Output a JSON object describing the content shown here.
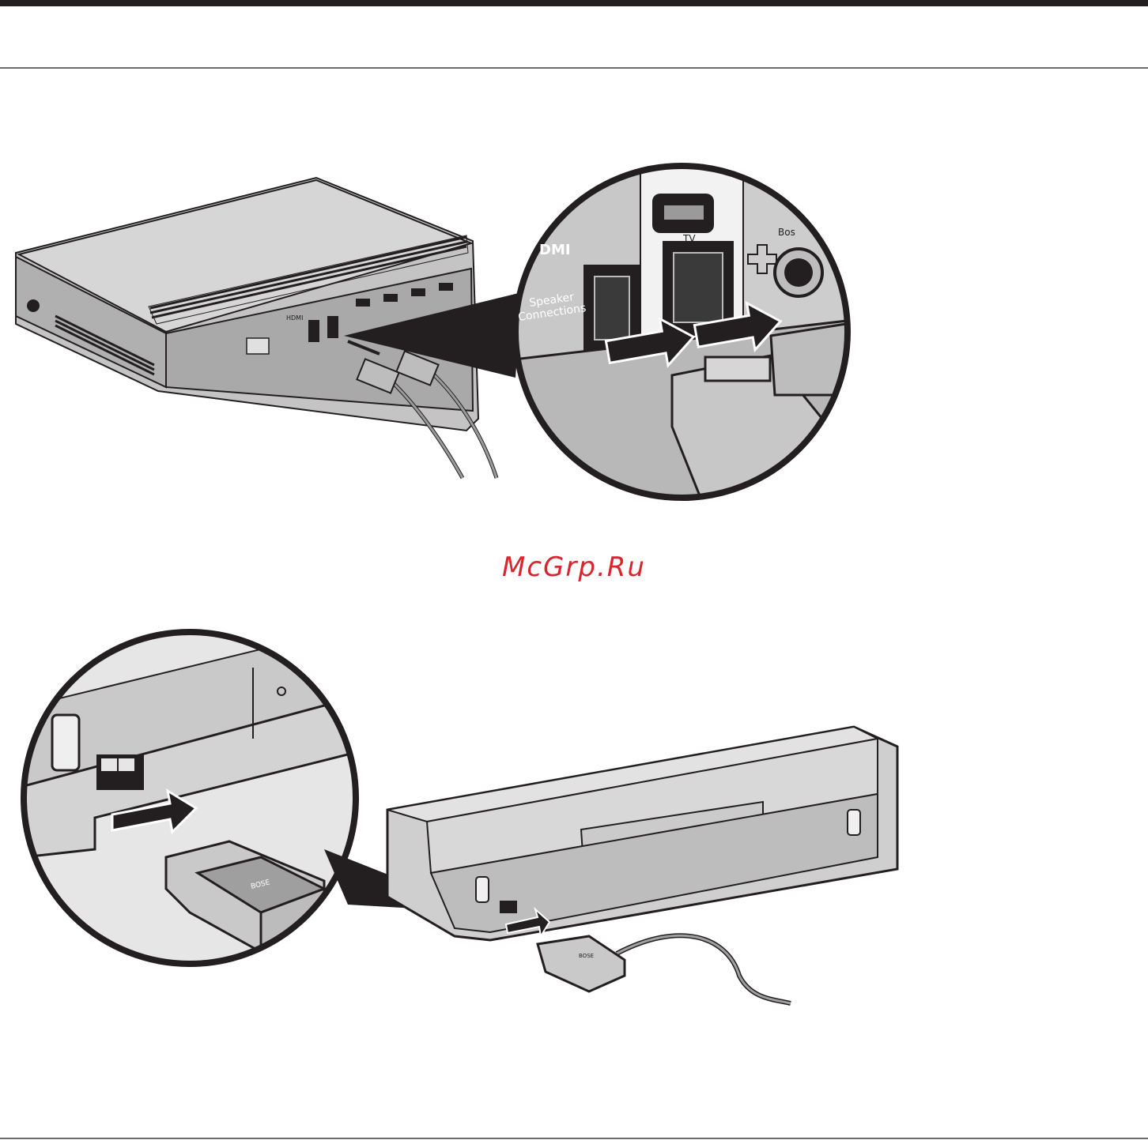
{
  "watermark": "McGrp.Ru",
  "figure1": {
    "callout_text_line1": "Speaker",
    "callout_text_line2": "Connections",
    "port_label_tv": "TV",
    "port_label_hdmi": "DMI",
    "port_label_bose": "Bos",
    "console_label_hdmi": "HDMI"
  },
  "figure2": {
    "connector_brand": "BOSE"
  },
  "colors": {
    "ink": "#231f20",
    "body_grey": "#bdbdbd",
    "panel_grey": "#d9d9d9",
    "light_grey": "#ececec",
    "arrow": "#231f20",
    "watermark": "#d8262c"
  }
}
